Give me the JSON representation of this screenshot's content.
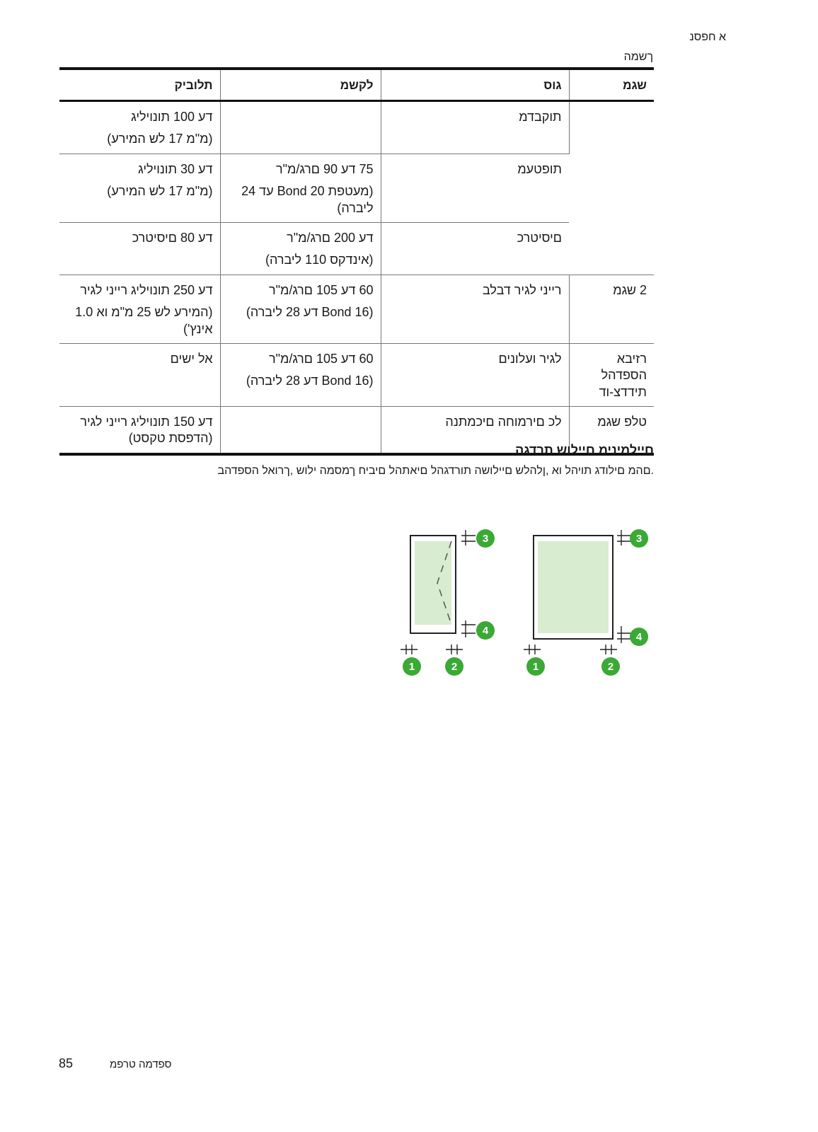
{
  "header": {
    "appendix": "א חפסנ",
    "continuation": "ךשמה"
  },
  "table": {
    "headers": [
      "שגמ",
      "גוס",
      "לקשמ",
      "תלוביק"
    ],
    "rows": [
      {
        "tray": "",
        "type": "תוקבדמ",
        "weight": [],
        "capacity": [
          "דע 100 תונויליג",
          "(מ\"מ 17 לש המירע)"
        ]
      },
      {
        "tray": "",
        "type": "תופטעמ",
        "weight": [
          "75 דע 90 םרג/מ\"ר",
          "(מעטפת Bond 20 עד 24",
          "ליברה)"
        ],
        "capacity": [
          "דע 30 תונויליג",
          "(מ\"מ 17 לש המירע)"
        ]
      },
      {
        "tray": "",
        "type": "םיסיטרכ",
        "weight": [
          "דע 200 םרג/מ\"ר",
          "(אינדקס 110 ליברה)"
        ],
        "capacity": [
          "דע 80 םיסיטרכ"
        ]
      },
      {
        "tray": "2 שגמ",
        "type": "רייני לגיר דבלב",
        "weight": [
          "60 דע 105 םרג/מ\"ר",
          "(Bond 16 דע 28 ליברה)"
        ],
        "capacity": [
          "דע 250 תונויליג רייני לגיר",
          "(המירע לש 25 מ\"מ וא 1.0",
          "אינץ')"
        ]
      },
      {
        "tray": "רזיבא הספדהל",
        "tray2": "תידדצ-וד",
        "type": "לגיר ועלונים",
        "weight": [
          "60 דע 105 םרג/מ\"ר",
          "(Bond 16 דע 28 ליברה)"
        ],
        "capacity": [
          "אל ישים"
        ]
      },
      {
        "tray": "טלפ שגמ",
        "type": "לכ םירמוחה םיכמתנה",
        "weight": [],
        "capacity": [
          "דע 150 תונויליג רייני לגיר",
          "(הדפסת טקסט)"
        ]
      }
    ]
  },
  "section": {
    "title": "םיילמינימ םיילוש תרדגה",
    "body": ".םהמ םילודג תויהל וא ,ןלהלש םיילושה תורדגהל םיאתהל םיביח ךמסמה ילוש ,ךרואל הספדהב"
  },
  "diagram": {
    "callouts": [
      "1",
      "2",
      "3",
      "4"
    ],
    "accent": "#3aa935",
    "fill": "#d8ecd0"
  },
  "footer": {
    "page_number": "85",
    "label": "ספדמה טרפמ"
  }
}
